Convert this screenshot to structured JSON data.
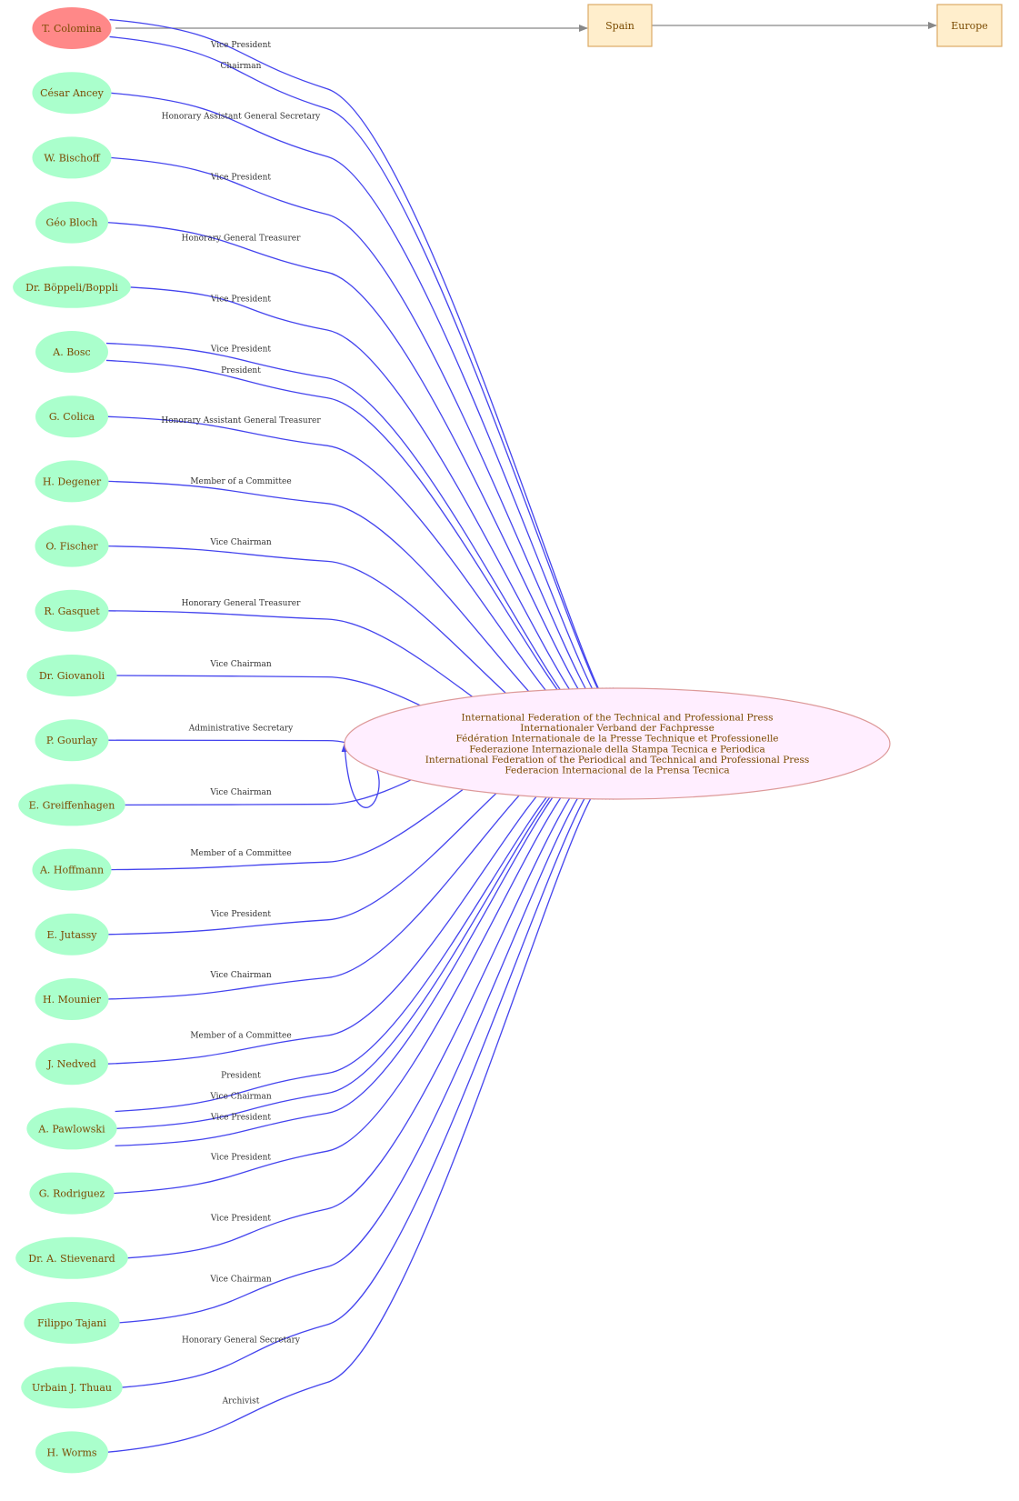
{
  "colors": {
    "person_fill": "#aaffcc",
    "highlight_fill": "#ff8888",
    "center_fill": "#ffeeff",
    "center_stroke": "#dd9999",
    "box_fill": "#ffeecc",
    "box_stroke": "#ddaa66",
    "edge": "#4444ee",
    "geo_edge": "#888888",
    "label_text": "#7a4a00"
  },
  "center": {
    "lines": [
      "International Federation of the Technical and Professional Press",
      "Internationaler Verband der Fachpresse",
      "Fédération Internationale de la Presse Technique et Professionelle",
      "Federazione Internazionale della Stampa Tecnica e Periodica",
      "International Federation of the Periodical and Technical and Professional Press",
      "Federacion Internacional de la Prensa Tecnica"
    ]
  },
  "geo": [
    {
      "id": "spain",
      "label": "Spain"
    },
    {
      "id": "europe",
      "label": "Europe"
    }
  ],
  "people": [
    {
      "label": "T. Colomina",
      "highlight": true,
      "roles": [
        "Vice President",
        "Chairman"
      ]
    },
    {
      "label": "César Ancey",
      "roles": [
        "Honorary Assistant General Secretary"
      ]
    },
    {
      "label": "W. Bischoff",
      "roles": [
        "Vice President"
      ]
    },
    {
      "label": "Géo Bloch",
      "roles": [
        "Honorary General Treasurer"
      ]
    },
    {
      "label": "Dr. Böppeli/Boppli",
      "roles": [
        "Vice President"
      ]
    },
    {
      "label": "A. Bosc",
      "roles": [
        "Vice President",
        "President"
      ]
    },
    {
      "label": "G. Colica",
      "roles": [
        "Honorary Assistant General Treasurer"
      ]
    },
    {
      "label": "H. Degener",
      "roles": [
        "Member of a Committee"
      ]
    },
    {
      "label": "O. Fischer",
      "roles": [
        "Vice Chairman"
      ]
    },
    {
      "label": "R. Gasquet",
      "roles": [
        "Honorary General Treasurer"
      ]
    },
    {
      "label": "Dr. Giovanoli",
      "roles": [
        "Vice Chairman"
      ]
    },
    {
      "label": "P. Gourlay",
      "roles": [
        "Administrative Secretary"
      ]
    },
    {
      "label": "E. Greiffenhagen",
      "roles": [
        "Vice Chairman"
      ]
    },
    {
      "label": "A. Hoffmann",
      "roles": [
        "Member of a Committee"
      ]
    },
    {
      "label": "E. Jutassy",
      "roles": [
        "Vice President"
      ]
    },
    {
      "label": "H. Mounier",
      "roles": [
        "Vice Chairman"
      ]
    },
    {
      "label": "J. Nedved",
      "roles": [
        "Member of a Committee"
      ]
    },
    {
      "label": "A.  Pawlowski",
      "roles": [
        "President",
        "Vice Chairman",
        "Vice President"
      ]
    },
    {
      "label": "G. Rodriguez",
      "roles": [
        "Vice President"
      ]
    },
    {
      "label": "Dr. A. Stievenard",
      "roles": [
        "Vice President"
      ]
    },
    {
      "label": "Filippo Tajani",
      "roles": [
        "Vice Chairman"
      ]
    },
    {
      "label": "Urbain J. Thuau",
      "roles": [
        "Honorary General Secretary"
      ]
    },
    {
      "label": "H. Worms",
      "roles": [
        "Archivist"
      ]
    }
  ]
}
